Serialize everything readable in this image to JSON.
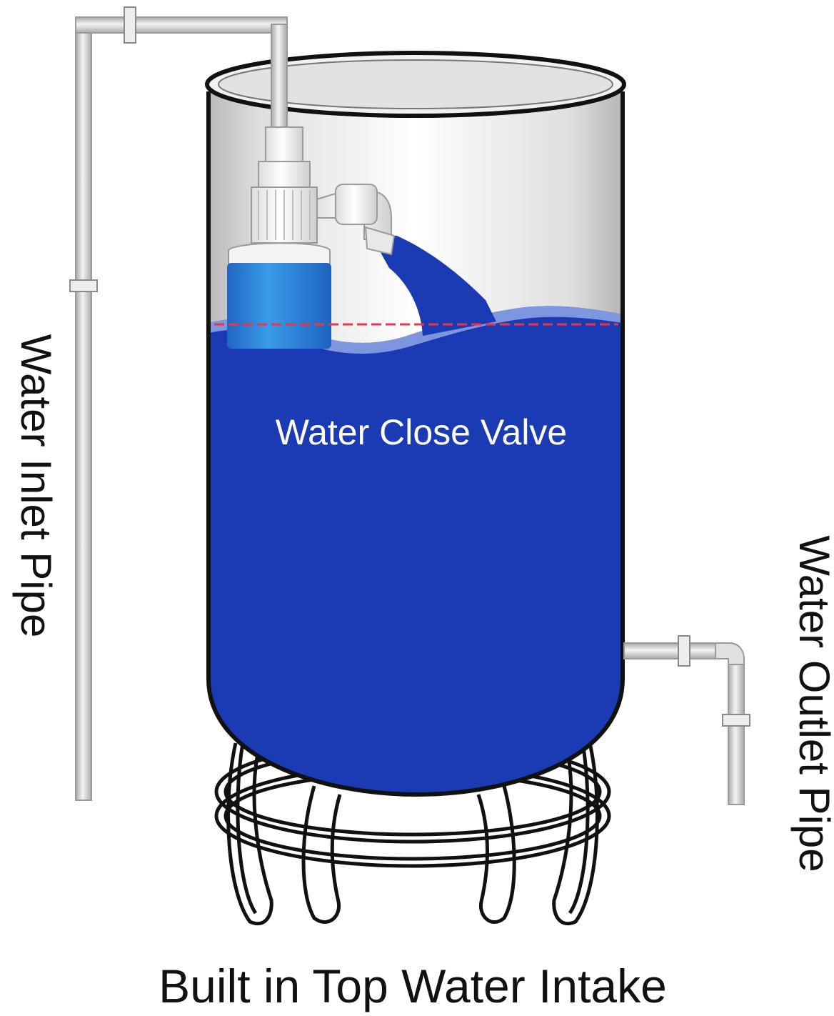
{
  "labels": {
    "inlet": "Water Inlet Pipe",
    "outlet": "Water Outlet Pipe",
    "valve": "Water Close Valve",
    "caption": "Built in Top Water Intake"
  },
  "colors": {
    "water": "#1b3bb5",
    "water_highlight": "#8fa6e6",
    "float": "#2a86dc",
    "pipe": "#d9d9d9",
    "pipe_edge": "#9a9a9a",
    "outline": "#111111",
    "level_line": "#e8364a"
  }
}
